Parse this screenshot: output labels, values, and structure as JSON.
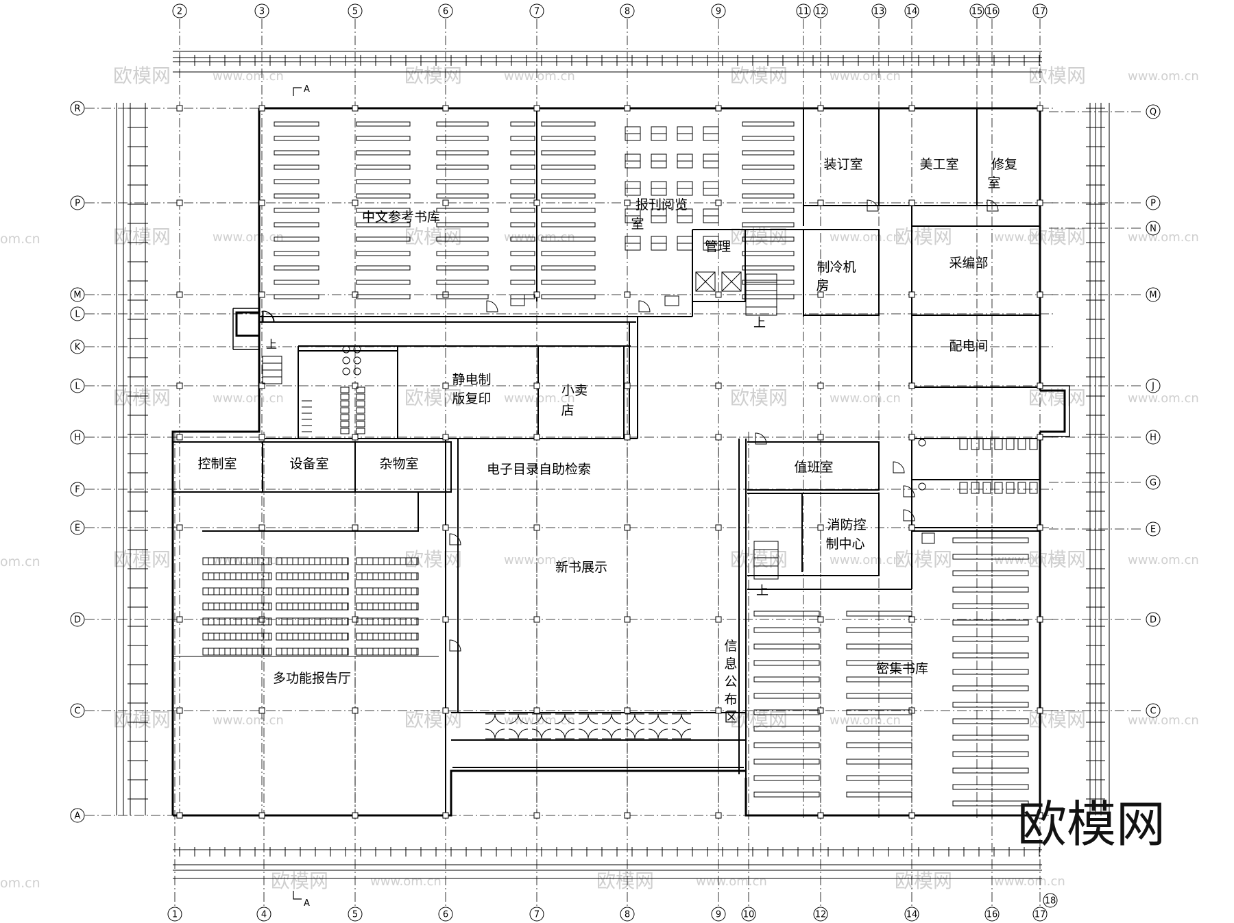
{
  "axes": {
    "top": [
      "2",
      "3",
      "5",
      "6",
      "7",
      "8",
      "9",
      "11",
      "12",
      "13",
      "14",
      "15",
      "16",
      "17"
    ],
    "bottom": [
      "1",
      "4",
      "5",
      "6",
      "7",
      "8",
      "9",
      "10",
      "12",
      "14",
      "16",
      "17"
    ],
    "bottom_extra": "18",
    "left": [
      "R",
      "P",
      "M",
      "L",
      "K",
      "L",
      "H",
      "F",
      "E",
      "D",
      "C",
      "A"
    ],
    "right": [
      "Q",
      "P",
      "N",
      "M",
      "J",
      "H",
      "G",
      "E",
      "D",
      "C"
    ]
  },
  "section_marks": {
    "top": "A",
    "bottom": "A"
  },
  "rooms": {
    "chinese_reference_library": "中文参考书库",
    "periodical_reading_1": "报刊阅览",
    "periodical_reading_2": "室",
    "management": "管理",
    "binding_room": "装订室",
    "art_room": "美工室",
    "restoration_1": "修复",
    "restoration_2": "室",
    "refrigeration_1": "制冷机",
    "refrigeration_2": "房",
    "acquisition_dept": "采编部",
    "power_distribution": "配电间",
    "copy_room_1": "静电制",
    "copy_room_2": "版复印",
    "kiosk_1": "小卖",
    "kiosk_2": "店",
    "control_room": "控制室",
    "equipment_room": "设备室",
    "storage_room": "杂物室",
    "catalog_search": "电子目录自助检索",
    "new_books": "新书展示",
    "info_area": [
      "信",
      "息",
      "公",
      "布",
      "区"
    ],
    "duty_room": "值班室",
    "fire_center_1": "消防控",
    "fire_center_2": "制中心",
    "auditorium": "多功能报告厅",
    "compact_stacks": "密集书库"
  },
  "stairs_up": "上",
  "watermark_brand": "欧模网",
  "watermark_site": "www.om.cn",
  "watermark_partial": "om.cn",
  "colors": {
    "line": "#000000",
    "watermark": "#cfcfcf"
  }
}
